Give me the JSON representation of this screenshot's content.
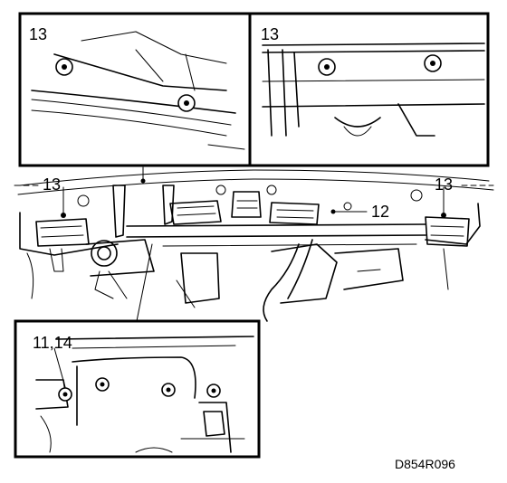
{
  "callouts": {
    "detail_top_left": "13",
    "detail_top_right": "13",
    "main_left": "13",
    "main_right": "13",
    "main_center": "12",
    "detail_bottom_left": "11,14"
  },
  "figure_code": "D854R096"
}
